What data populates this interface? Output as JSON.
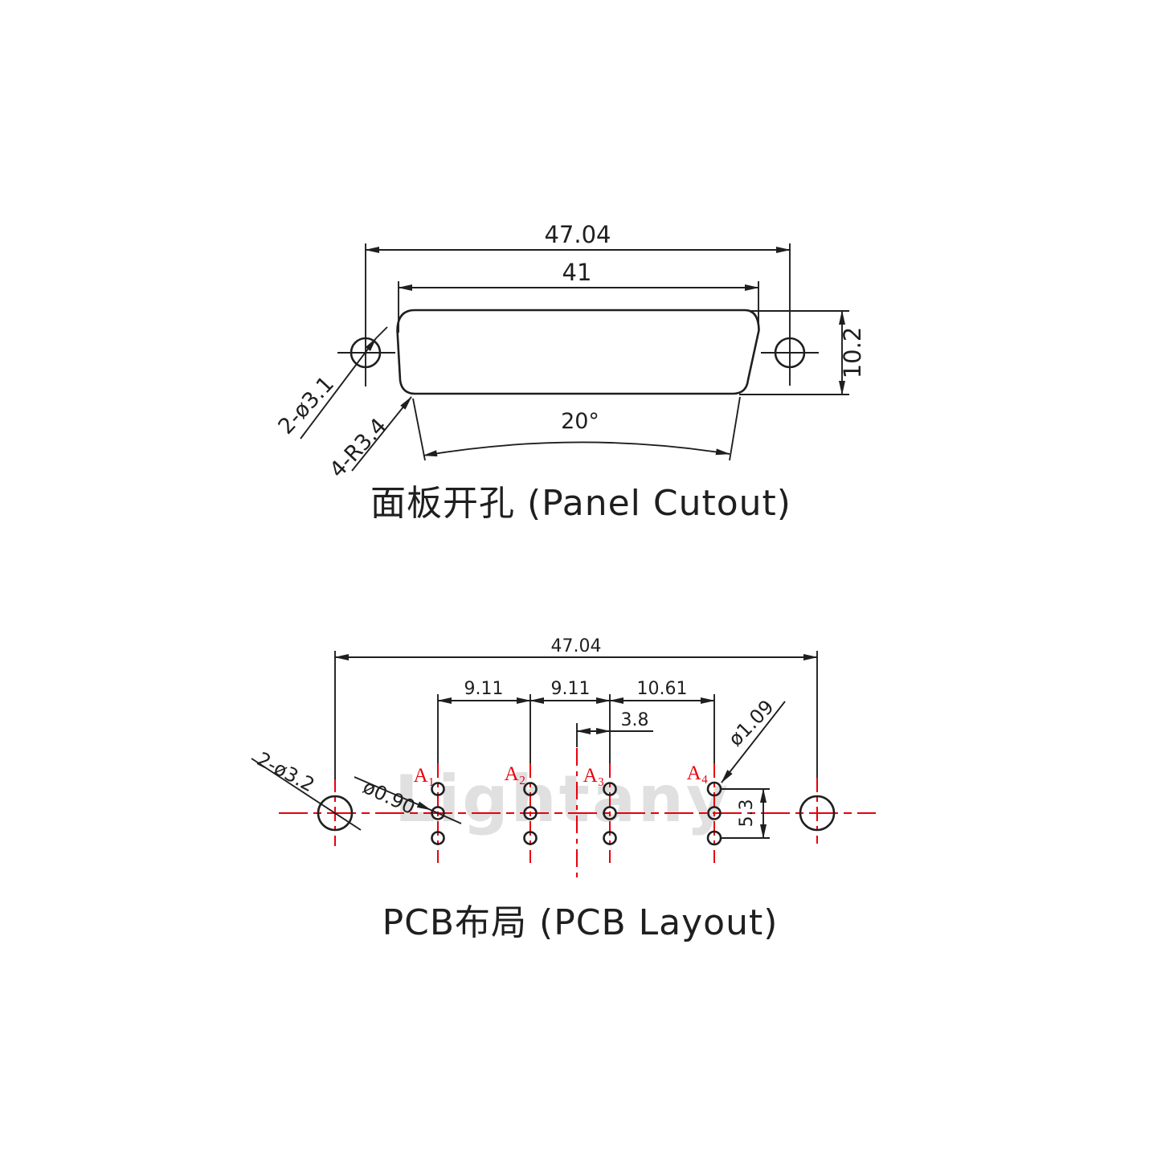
{
  "titles": {
    "panel": "面板开孔 (Panel Cutout)",
    "pcb": "PCB布局 (PCB Layout)"
  },
  "panel": {
    "dim_total_width": "47.04",
    "dim_cutout_width": "41",
    "dim_height": "10.2",
    "dim_angle": "20°",
    "label_mount_holes": "2-ø3.1",
    "label_corner_radius": "4-R3.4"
  },
  "pcb": {
    "dim_total_width": "47.04",
    "dim_pitch_1": "9.11",
    "dim_pitch_2": "9.11",
    "dim_pitch_3": "10.61",
    "dim_center_offset": "3.8",
    "dim_row_spacing": "5.3",
    "label_pin_a4_dia": "ø1.09",
    "label_pin_dia": "ø0.90",
    "label_mount_holes": "2-ø3.2",
    "pin_labels": {
      "a1": "A₁",
      "a2": "A₂",
      "a3": "A₃",
      "a4": "A₄"
    }
  },
  "watermark": "Lightany",
  "colors": {
    "line_black": "#1f1f1f",
    "accent_red": "#e8000d",
    "watermark_gray": "#e0e0e0"
  }
}
